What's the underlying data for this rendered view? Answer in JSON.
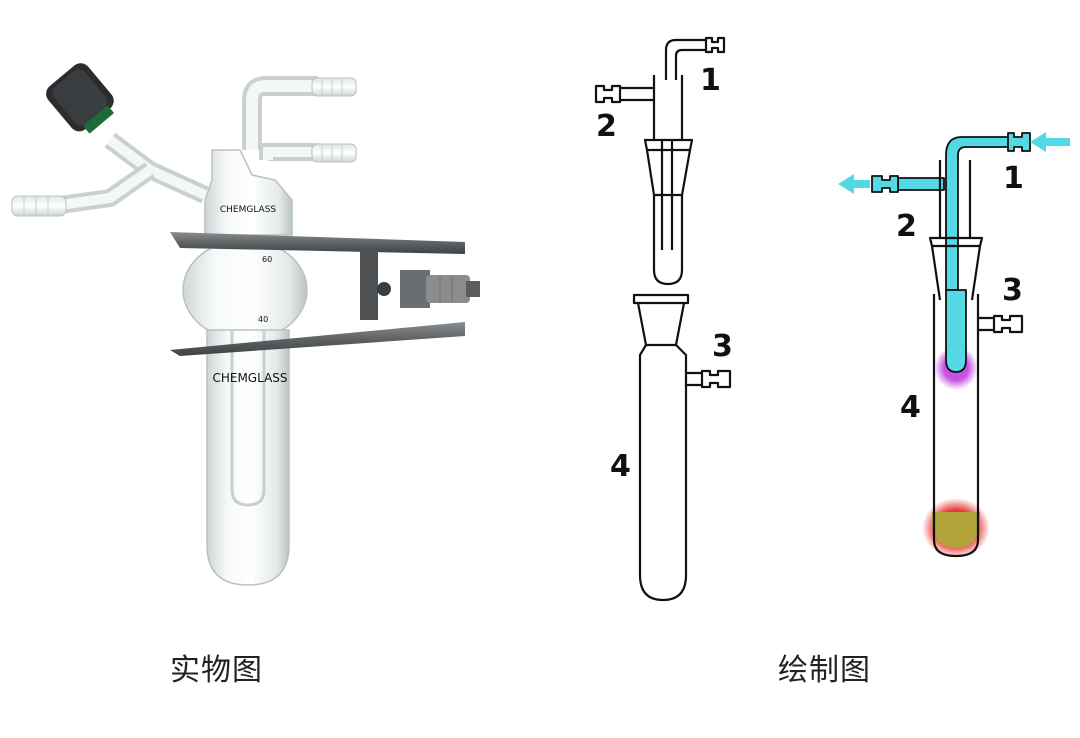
{
  "captions": {
    "photo": "实物图",
    "drawing": "绘制图"
  },
  "photo": {
    "brand_label_upper": "CHEMGLASS",
    "brand_label_lower": "CHEMGLASS",
    "scale_mark_upper": "60",
    "scale_mark_lower": "40"
  },
  "drawing_exploded": {
    "labels": {
      "p1": "1",
      "p2": "2",
      "p3": "3",
      "p4": "4"
    }
  },
  "drawing_assembled": {
    "labels": {
      "p1": "1",
      "p2": "2",
      "p3": "3",
      "p4": "4"
    },
    "colors": {
      "gas_flow": "#55d8e6",
      "tip_glow": "#c040e0",
      "liquid": "#b3a23a",
      "liquid_glow": "#e83030"
    }
  }
}
